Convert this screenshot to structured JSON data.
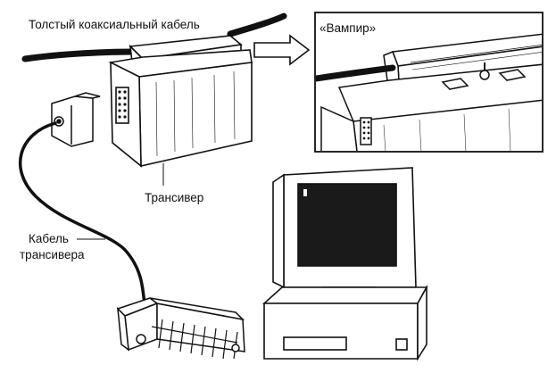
{
  "labels": {
    "thick_coax": "Толстый коаксиальный кабель",
    "vampire": "«Вампир»",
    "transceiver": "Трансивер",
    "transceiver_cable_line1": "Кабель",
    "transceiver_cable_line2": "трансивера"
  },
  "colors": {
    "ink": "#111111",
    "paper": "#ffffff",
    "screen": "#1a1a1a"
  }
}
